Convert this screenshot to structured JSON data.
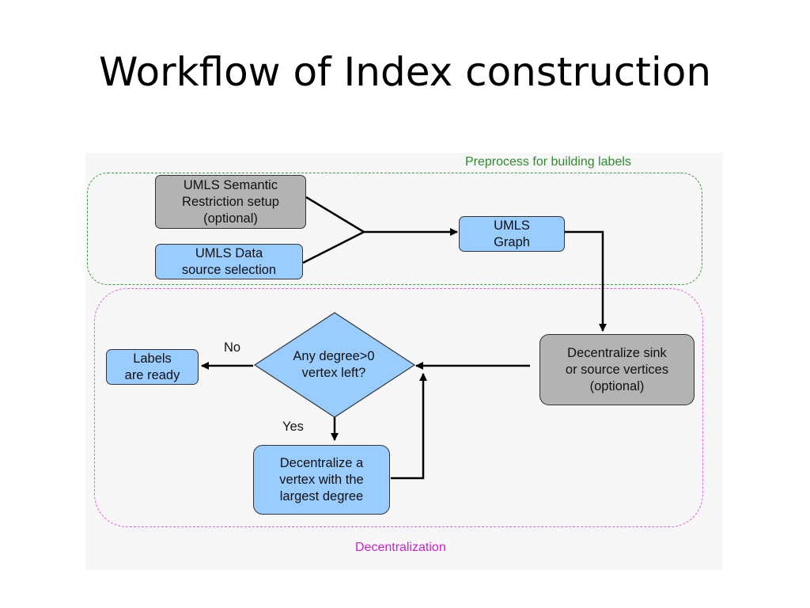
{
  "title": "Workflow of Index construction",
  "regions": {
    "preprocess": "Preprocess for building labels",
    "decentralization": "Decentralization"
  },
  "nodes": {
    "restriction": "UMLS Semantic\nRestriction setup\n(optional)",
    "datasource": "UMLS Data\nsource selection",
    "graph": "UMLS\nGraph",
    "decentralize_sink": "Decentralize sink\nor source vertices\n(optional)",
    "decision": "Any degree>0\nvertex left?",
    "ready": "Labels\nare ready",
    "decentralize_vertex": "Decentralize a\nvertex with the\nlargest degree"
  },
  "edge_labels": {
    "no": "No",
    "yes": "Yes"
  },
  "colors": {
    "gray_node": "#b3b3b3",
    "blue_node": "#99ccff",
    "preprocess_border": "#3e9a3e",
    "decentralization_border": "#e060e0"
  }
}
